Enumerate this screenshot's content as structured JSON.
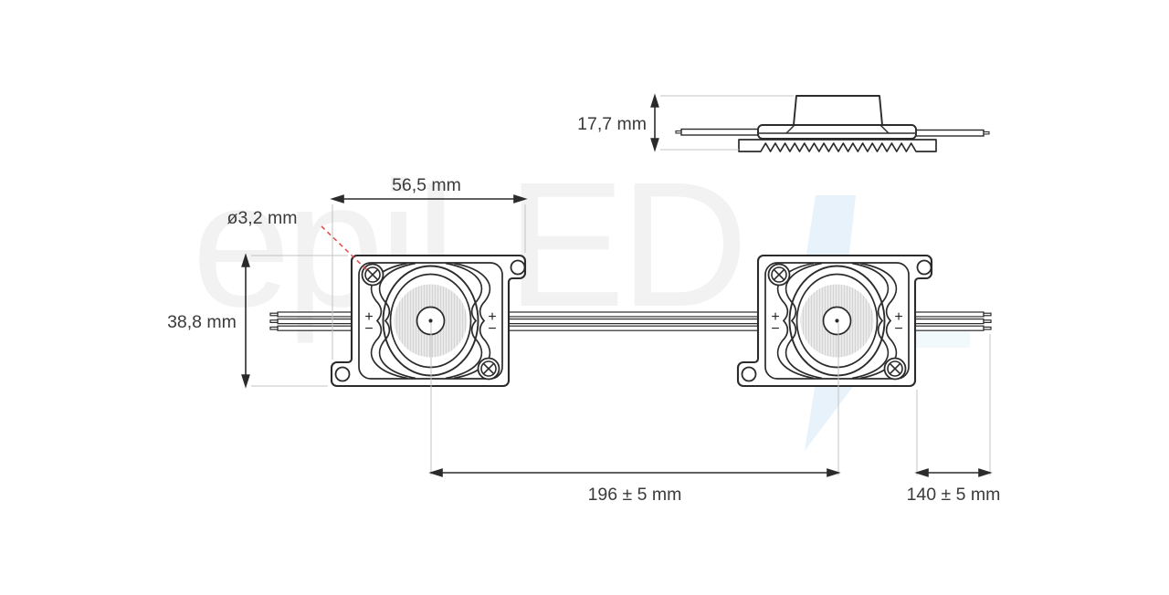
{
  "watermark": {
    "brand": "epiLED",
    "text_color": "#f2f2f2",
    "accent_color": "#e7f2fb"
  },
  "side_view": {
    "height_label": "17,7 mm"
  },
  "front_view": {
    "width_label": "56,5 mm",
    "height_label": "38,8 mm",
    "hole_label": "ø3,2 mm",
    "spacing_label": "196 ± 5 mm",
    "wire_label": "140 ± 5 mm",
    "polarity_plus": "+",
    "polarity_minus": "−"
  },
  "colors": {
    "line": "#2b2b2b",
    "dimension_text": "#3a3a3a",
    "extension_line": "#c3c3c3",
    "leader_red": "#e05252",
    "lens_fill": "#e9e9e9",
    "lens_hatch": "#d4d4d4"
  }
}
